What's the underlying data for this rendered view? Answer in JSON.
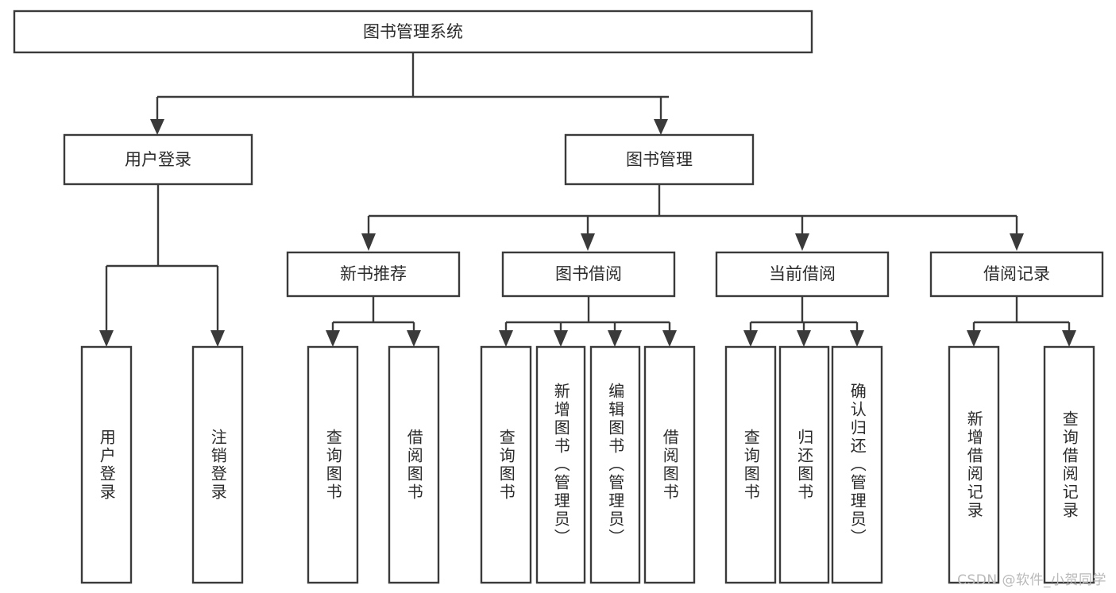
{
  "diagram": {
    "title": "图书管理系统",
    "type": "tree-hierarchy",
    "colors": {
      "background": "#ffffff",
      "box_stroke": "#3a3a3a",
      "box_fill": "#ffffff",
      "text": "#2b2b2b",
      "watermark": "#b9b9b9"
    },
    "root": {
      "label": "图书管理系统"
    },
    "level2": [
      {
        "label": "用户登录"
      },
      {
        "label": "图书管理"
      }
    ],
    "level3": [
      {
        "label": "新书推荐"
      },
      {
        "label": "图书借阅"
      },
      {
        "label": "当前借阅"
      },
      {
        "label": "借阅记录"
      }
    ],
    "leaves": {
      "user_login": [
        {
          "label": "用户登录"
        },
        {
          "label": "注销登录"
        }
      ],
      "new_book_recommend": [
        {
          "label": "查询图书"
        },
        {
          "label": "借阅图书"
        }
      ],
      "book_borrow": [
        {
          "label": "查询图书"
        },
        {
          "label": "新增图书（管理员）"
        },
        {
          "label": "编辑图书（管理员）"
        },
        {
          "label": "借阅图书"
        }
      ],
      "current_borrow": [
        {
          "label": "查询图书"
        },
        {
          "label": "归还图书"
        },
        {
          "label": "确认归还（管理员）"
        }
      ],
      "borrow_record": [
        {
          "label": "新增借阅记录"
        },
        {
          "label": "查询借阅记录"
        }
      ]
    }
  },
  "watermark": {
    "text": "CSDN @软件_小贺同学"
  }
}
